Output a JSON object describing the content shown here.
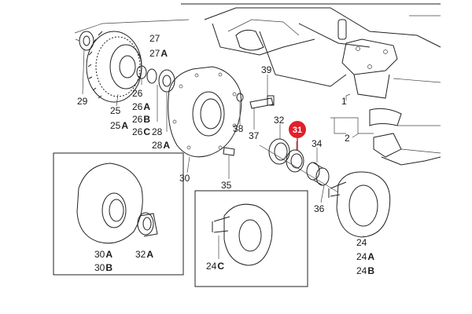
{
  "labels": {
    "l27": "27",
    "l27a": "27",
    "l27a_s": "A",
    "l29": "29",
    "l25": "25",
    "l25a": "25",
    "l25a_s": "A",
    "l26": "26",
    "l26a": "26",
    "l26a_s": "A",
    "l26b": "26",
    "l26b_s": "B",
    "l26c": "26",
    "l26c_s": "C",
    "l28": "28",
    "l28a": "28",
    "l28a_s": "A",
    "l39": "39",
    "l38": "38",
    "l37": "37",
    "l32": "32",
    "l31": "31",
    "l34": "34",
    "l1": "1",
    "l2": "2",
    "l30": "30",
    "l35": "35",
    "l36": "36",
    "l30a": "30",
    "l30a_s": "A",
    "l30b": "30",
    "l30b_s": "B",
    "l32a": "32",
    "l32a_s": "A",
    "l24c": "24",
    "l24c_s": "C",
    "l24": "24",
    "l24a": "24",
    "l24a_s": "A",
    "l24b": "24",
    "l24b_s": "B"
  },
  "highlight": {
    "color": "#e0202a",
    "target": "31"
  },
  "colors": {
    "line": "#222222",
    "background": "#ffffff"
  }
}
